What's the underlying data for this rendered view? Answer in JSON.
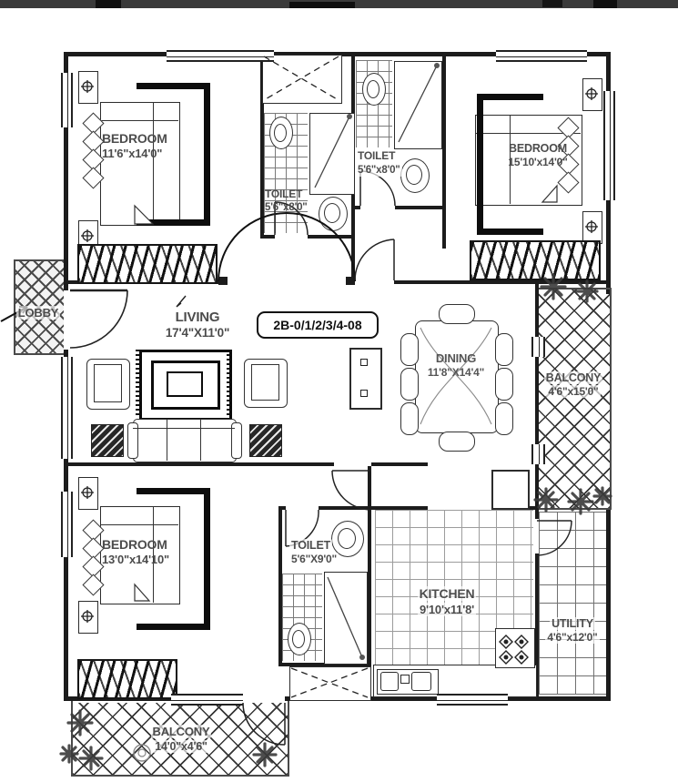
{
  "unit_label": "2B-0/1/2/3/4-08",
  "rooms": {
    "bedroom1": {
      "name": "BEDROOM",
      "dims": "11'6\"x14'0\""
    },
    "toilet1": {
      "name": "TOILET",
      "dims": "5'6\"x8'0\""
    },
    "toilet2": {
      "name": "TOILET",
      "dims": "5'6\"x8'0\""
    },
    "bedroom2": {
      "name": "BEDROOM",
      "dims": "15'10'x14'0\""
    },
    "lobby": {
      "name": "LOBBY"
    },
    "living": {
      "name": "LIVING",
      "dims": "17'4\"X11'0\""
    },
    "dining": {
      "name": "DINING",
      "dims": "11'8\"X14'4\""
    },
    "balcony_right": {
      "name": "BALCONY",
      "dims": "4'6\"x15'0\""
    },
    "bedroom3": {
      "name": "BEDROOM",
      "dims": "13'0\"x14'10\""
    },
    "toilet3": {
      "name": "TOILET",
      "dims": "5'6\"X9'0\""
    },
    "kitchen": {
      "name": "KITCHEN",
      "dims": "9'10'x11'8'"
    },
    "utility": {
      "name": "UTILITY",
      "dims": "4'6\"x12'0\""
    },
    "balcony_bottom": {
      "name": "BALCONY",
      "dims": "14'0\"x4'6\""
    }
  },
  "icons": {
    "plant": "star-burst plant",
    "lamp": "circle-cross lamp",
    "shower": "diagonal shower rail",
    "stove": "four diamond burners"
  },
  "colors": {
    "line": "#1c1c1c",
    "label": "#4c4c4c",
    "top_band": "#3a3a3a",
    "plant": "#3a3a3a"
  }
}
